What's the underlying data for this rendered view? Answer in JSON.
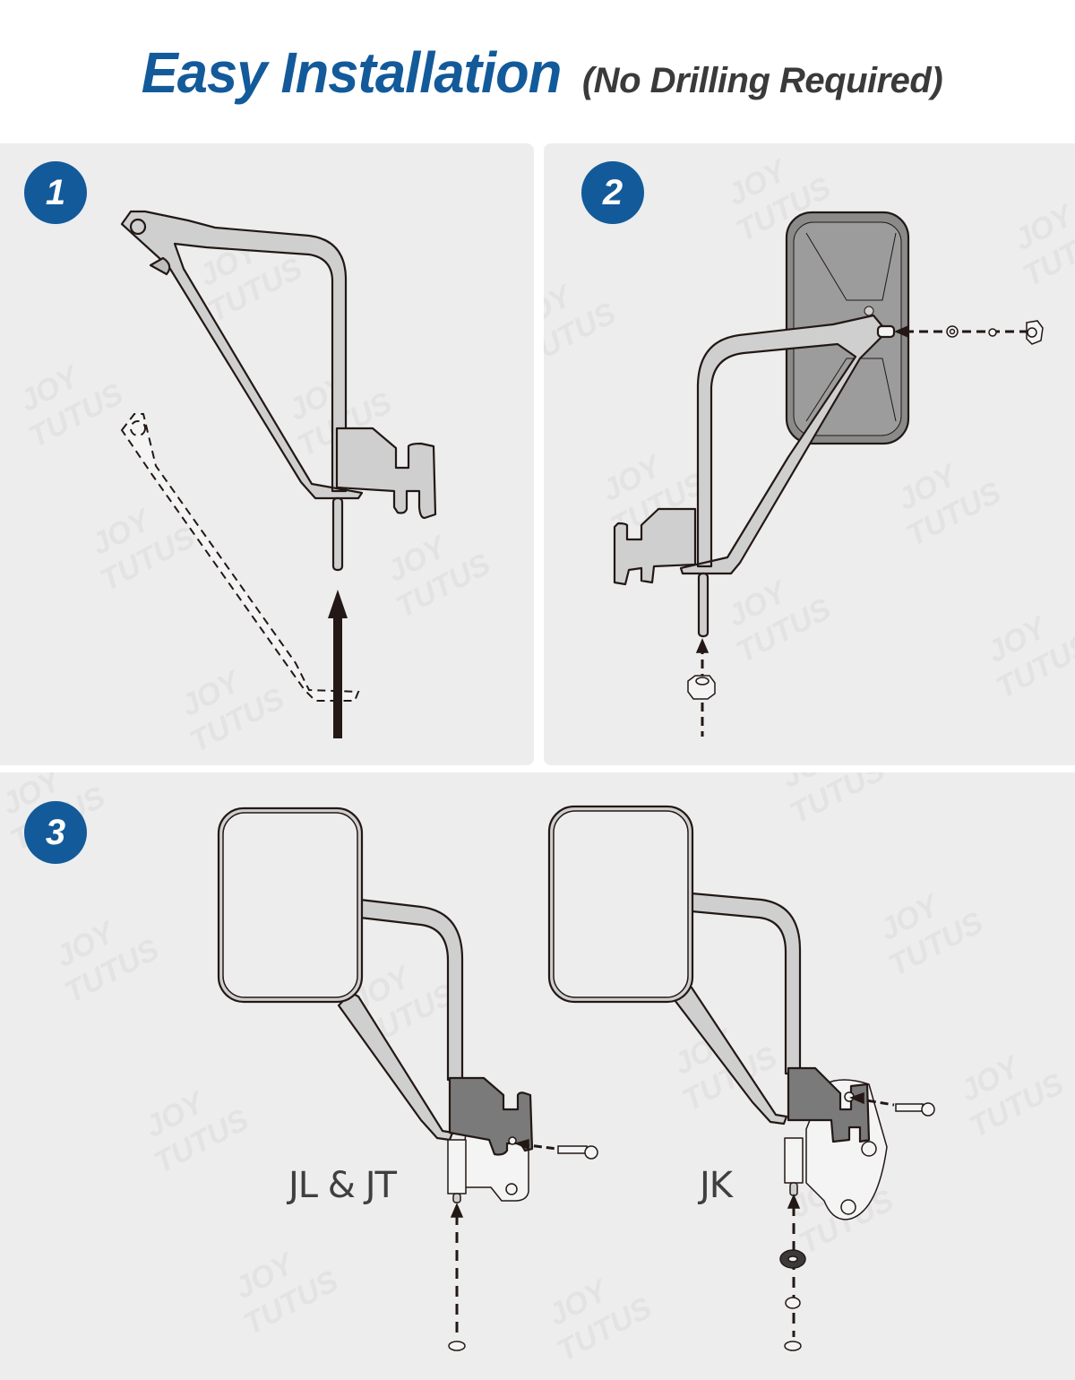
{
  "header": {
    "title": "Easy Installation",
    "subtitle": "(No Drilling Required)"
  },
  "colors": {
    "brand_blue": "#135a9a",
    "panel_bg": "#ededed",
    "part_fill": "#cfcfcf",
    "bracket_dark": "#7a7a7a",
    "outline": "#231815"
  },
  "watermark": {
    "line1": "JOY",
    "line2": "TUTUS"
  },
  "steps": [
    {
      "number": "1",
      "description_icon": "mirror-arm-insert-up"
    },
    {
      "number": "2",
      "description_icon": "mirror-head-attach-nut-washers"
    },
    {
      "number": "3",
      "description_icon": "bracket-mount-to-hinge"
    }
  ],
  "variants": [
    {
      "label": "JL & JT"
    },
    {
      "label": "JK"
    }
  ]
}
